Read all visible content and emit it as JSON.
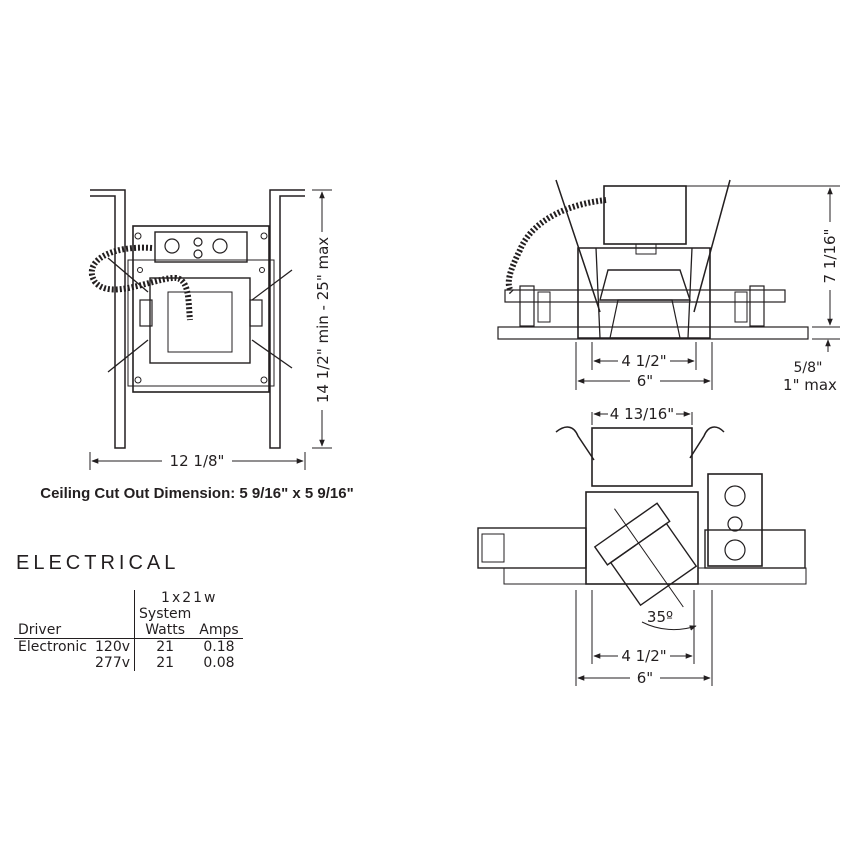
{
  "dimensions": {
    "plan_width": "12 1/8\"",
    "plan_height": "14 1/2\" min - 25\" max",
    "cutout_caption": "Ceiling Cut Out Dimension: 5 9/16\" x 5 9/16\"",
    "side_inner_width": "4 1/2\"",
    "side_outer_width": "6\"",
    "side_height": "7 1/16\"",
    "ceiling_min": "5/8\"",
    "ceiling_max": "1\" max",
    "tilt_housing_width": "4 13/16\"",
    "tilt_angle": "35º",
    "tilt_inner_width": "4 1/2\"",
    "tilt_outer_width": "6\""
  },
  "electrical": {
    "title": "ELECTRICAL",
    "config": "1x21w",
    "headers": {
      "driver": "Driver",
      "system": "System",
      "watts": "Watts",
      "amps": "Amps"
    },
    "rows": [
      {
        "driver": "Electronic",
        "voltage": "120v",
        "watts": "21",
        "amps": "0.18"
      },
      {
        "driver": "",
        "voltage": "277v",
        "watts": "21",
        "amps": "0.08"
      }
    ]
  }
}
